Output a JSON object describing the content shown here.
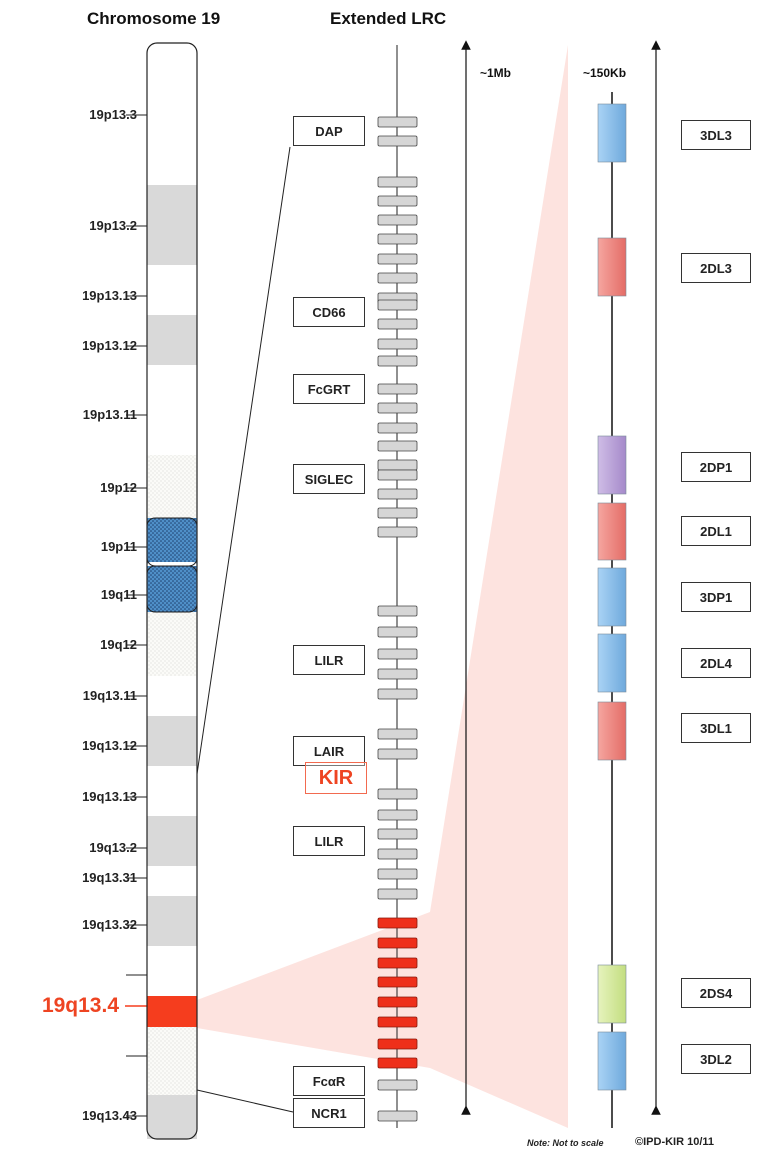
{
  "titles": {
    "chromosome": "Chromosome 19",
    "lrc": "Extended LRC"
  },
  "chromosome_bands": [
    {
      "label": "19p13.3",
      "pattern": "none"
    },
    {
      "label": "19p13.2",
      "pattern": "gray"
    },
    {
      "label": "19p13.13",
      "pattern": "none"
    },
    {
      "label": "19p13.12",
      "pattern": "gray"
    },
    {
      "label": "19p13.11",
      "pattern": "none"
    },
    {
      "label": "19p12",
      "pattern": "stipple"
    },
    {
      "label": "19p11",
      "pattern": "centromere"
    },
    {
      "label": "19q11",
      "pattern": "centromere"
    },
    {
      "label": "19q12",
      "pattern": "stipple"
    },
    {
      "label": "19q13.11",
      "pattern": "none"
    },
    {
      "label": "19q13.12",
      "pattern": "gray"
    },
    {
      "label": "19q13.13",
      "pattern": "none"
    },
    {
      "label": "19q13.2",
      "pattern": "gray"
    },
    {
      "label": "19q13.31",
      "pattern": "none"
    },
    {
      "label": "19q13.32",
      "pattern": "gray"
    },
    {
      "label": "19q13.4",
      "pattern": "highlight"
    },
    {
      "label": "19q13.43",
      "pattern": "gray"
    }
  ],
  "lrc_gene_labels": [
    "DAP",
    "CD66",
    "FcGRT",
    "SIGLEC",
    "LILR",
    "LAIR",
    "LILR",
    "KIR",
    "FcαR",
    "NCR1"
  ],
  "highlighted_locus": "KIR",
  "scale_labels": {
    "lrc": "~1Mb",
    "kir": "~150Kb"
  },
  "kir_genes": [
    {
      "name": "3DL3",
      "color": "blue"
    },
    {
      "name": "2DL3",
      "color": "red"
    },
    {
      "name": "2DP1",
      "color": "purple"
    },
    {
      "name": "2DL1",
      "color": "red"
    },
    {
      "name": "3DP1",
      "color": "blue"
    },
    {
      "name": "2DL4",
      "color": "blue"
    },
    {
      "name": "3DL1",
      "color": "red"
    },
    {
      "name": "2DS4",
      "color": "green"
    },
    {
      "name": "3DL2",
      "color": "blue"
    }
  ],
  "colors": {
    "highlight": "#f53d1e",
    "band_gray": "#d9d9d9",
    "centromere": "#4f8fc8",
    "gene_gray": "#d6d6d6",
    "kir_red": "#ee2f1a",
    "fan": "#fde3df",
    "blue": "#8ec3ec",
    "red": "#ee8c87",
    "purple": "#b9a2d8",
    "green": "#d6eaa0"
  },
  "footer": {
    "note": "Note: Not to scale",
    "copyright": "©IPD-KIR 10/11"
  }
}
